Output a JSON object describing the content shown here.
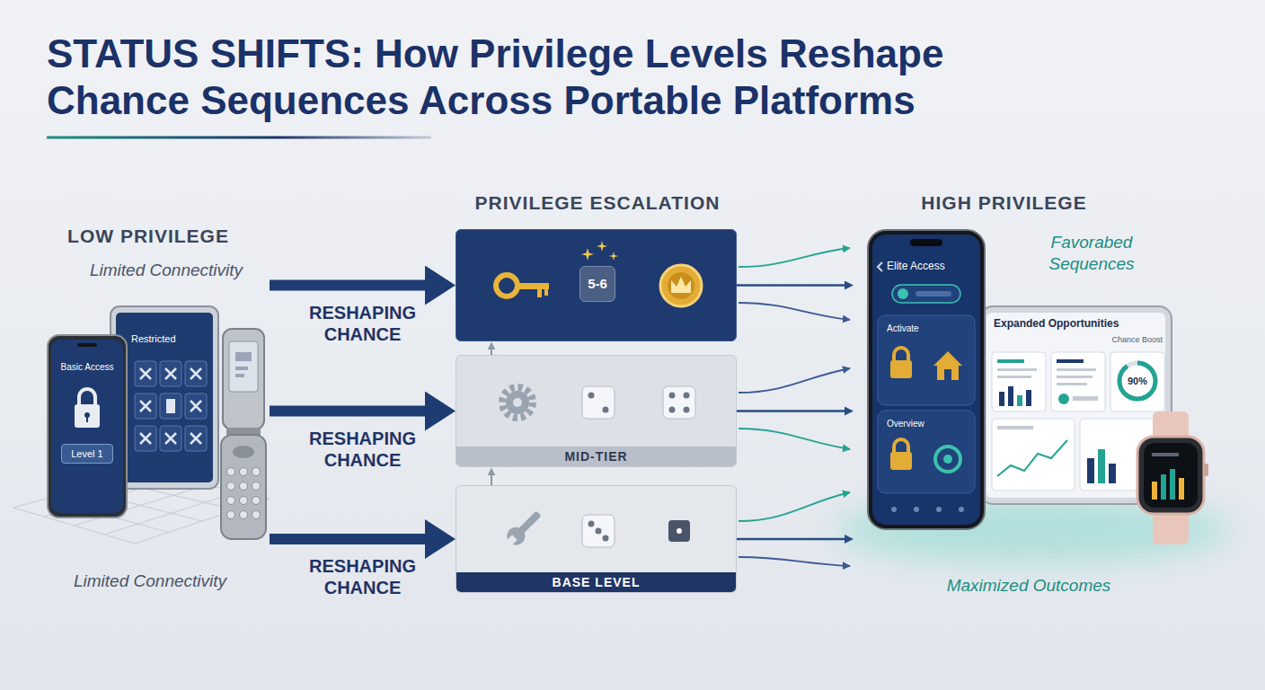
{
  "diagram": {
    "title": "STATUS SHIFTS: How Privilege Levels Reshape Chance Sequences Across Portable Platforms",
    "nodes": [
      {
        "text": [
          "LOW PRIVILEGE"
        ]
      },
      {
        "text": [
          "Basic Access",
          "Level 1"
        ],
        "in": 0
      },
      {
        "text": [
          "Restricted"
        ],
        "in": 0
      },
      {
        "text": [
          "PRIVILEGE ESCALATION"
        ]
      },
      {
        "text": [
          "5-6"
        ],
        "in": 3
      },
      {
        "text": [
          "MID-TIER"
        ],
        "in": 3
      },
      {
        "text": [
          "BASE LEVEL"
        ],
        "in": 3
      },
      {
        "text": [
          "HIGH PRIVILEGE"
        ]
      },
      {
        "text": [
          "Elite Access",
          "Activate",
          "Overview"
        ],
        "in": 7
      },
      {
        "text": [
          "Expanded Opportunities",
          "Chance Boost",
          "90%"
        ],
        "in": 7
      }
    ],
    "edges": [
      {
        "from": 0,
        "to": 4,
        "arrow": "to",
        "label": "RESHAPING CHANCE"
      },
      {
        "from": 0,
        "to": 5,
        "arrow": "to",
        "label": "RESHAPING CHANCE"
      },
      {
        "from": 0,
        "to": 6,
        "arrow": "to",
        "label": "RESHAPING CHANCE"
      },
      {
        "from": 6,
        "to": 5,
        "arrow": "to"
      },
      {
        "from": 5,
        "to": 4,
        "arrow": "to"
      },
      {
        "from": 4,
        "to": 7,
        "arrow": "to"
      },
      {
        "from": 5,
        "to": 7,
        "arrow": "to"
      },
      {
        "from": 6,
        "to": 7,
        "arrow": "to"
      }
    ],
    "labels": [
      "Limited Connectivity",
      "Favorabed Sequences",
      "Limited Connectivity",
      "Maximized Outcomes"
    ]
  }
}
